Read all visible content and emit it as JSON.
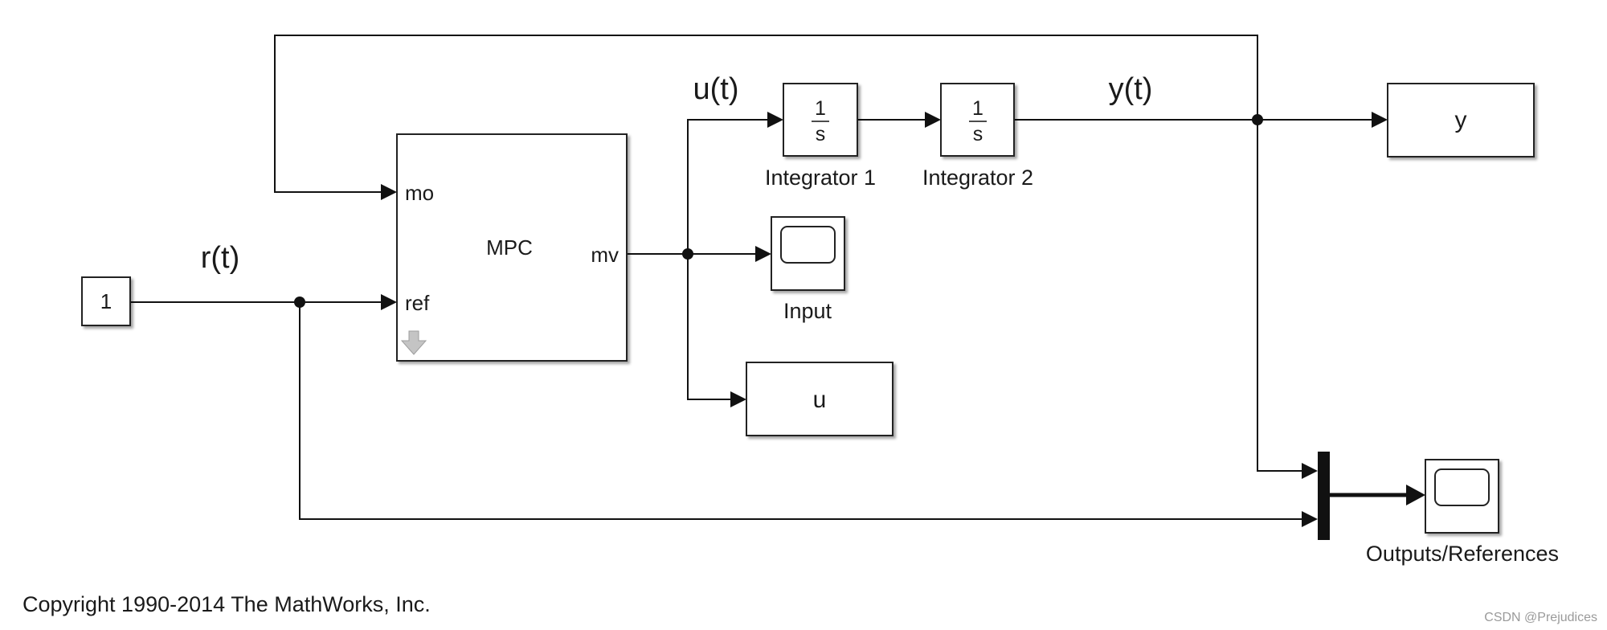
{
  "signals": {
    "r": "r(t)",
    "u": "u(t)",
    "y": "y(t)"
  },
  "blocks": {
    "constant": {
      "value": "1"
    },
    "mpc": {
      "name": "MPC",
      "port_mo": "mo",
      "port_ref": "ref",
      "port_mv": "mv"
    },
    "integrator1": {
      "num": "1",
      "den": "s",
      "label": "Integrator 1"
    },
    "integrator2": {
      "num": "1",
      "den": "s",
      "label": "Integrator 2"
    },
    "scope_input": {
      "label": "Input"
    },
    "workspace_u": {
      "name": "u"
    },
    "workspace_y": {
      "name": "y"
    },
    "scope_outputs": {
      "label": "Outputs/References"
    },
    "mux": {
      "inputs": 2
    }
  },
  "footer": {
    "copyright": "Copyright 1990-2014 The MathWorks, Inc."
  },
  "watermark": "CSDN @Prejudices"
}
